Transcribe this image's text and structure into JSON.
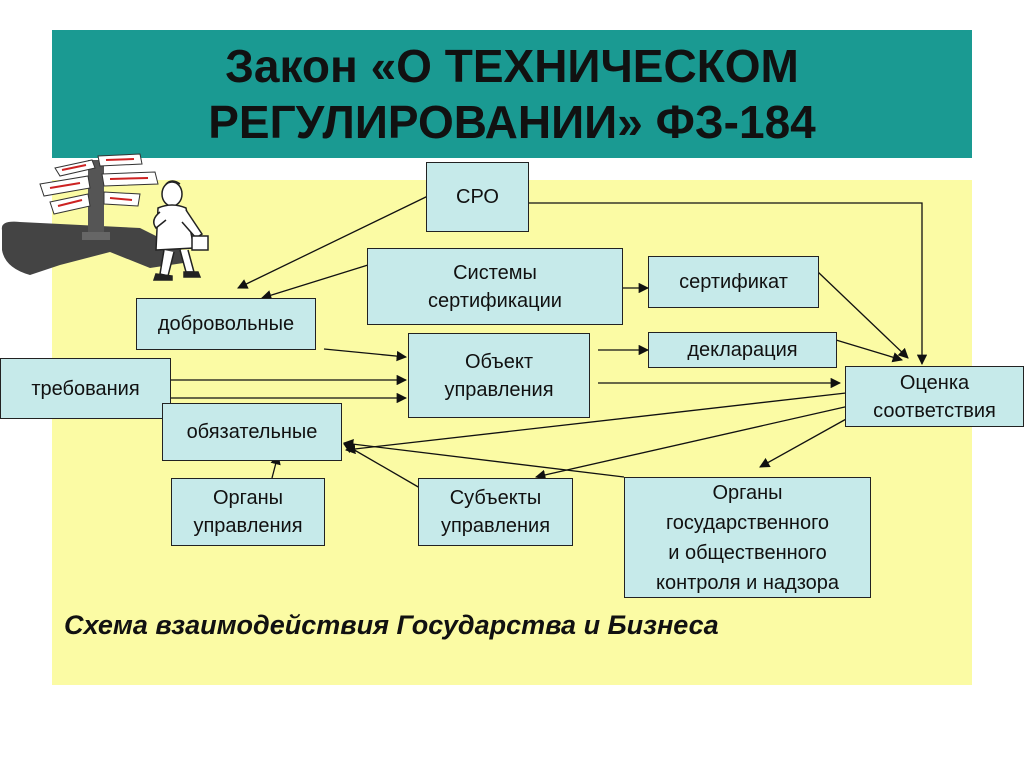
{
  "title": {
    "line1": "Закон «О ТЕХНИЧЕСКОМ",
    "line2": "РЕГУЛИРОВАНИИ» ФЗ-184"
  },
  "nodes": {
    "sro": {
      "lines": [
        "СРО"
      ]
    },
    "cert_systems": {
      "lines": [
        "Системы",
        "сертификации"
      ]
    },
    "certificate": {
      "lines": [
        "сертификат"
      ]
    },
    "voluntary": {
      "lines": [
        "добровольные"
      ]
    },
    "object": {
      "lines": [
        "Объект",
        "управления"
      ]
    },
    "declaration": {
      "lines": [
        "декларация"
      ]
    },
    "requirements": {
      "lines": [
        "требования"
      ]
    },
    "conformity": {
      "lines": [
        "Оценка",
        "соответствия"
      ]
    },
    "mandatory": {
      "lines": [
        "обязательные"
      ]
    },
    "gov_bodies": {
      "lines": [
        "Органы",
        "управления"
      ]
    },
    "subjects": {
      "lines": [
        "Субъекты",
        "управления"
      ]
    },
    "control_bodies": {
      "lines": [
        "Органы",
        "государственного",
        "и общественного",
        "контроля и надзора"
      ]
    }
  },
  "caption": "Схема взаимодействия Государства и Бизнеса",
  "colors": {
    "title_bar": "#1a9a92",
    "panel": "#fbfba4",
    "node_fill": "#c6eaea"
  },
  "icons": [
    "signpost-icon",
    "thinking-man-icon"
  ]
}
